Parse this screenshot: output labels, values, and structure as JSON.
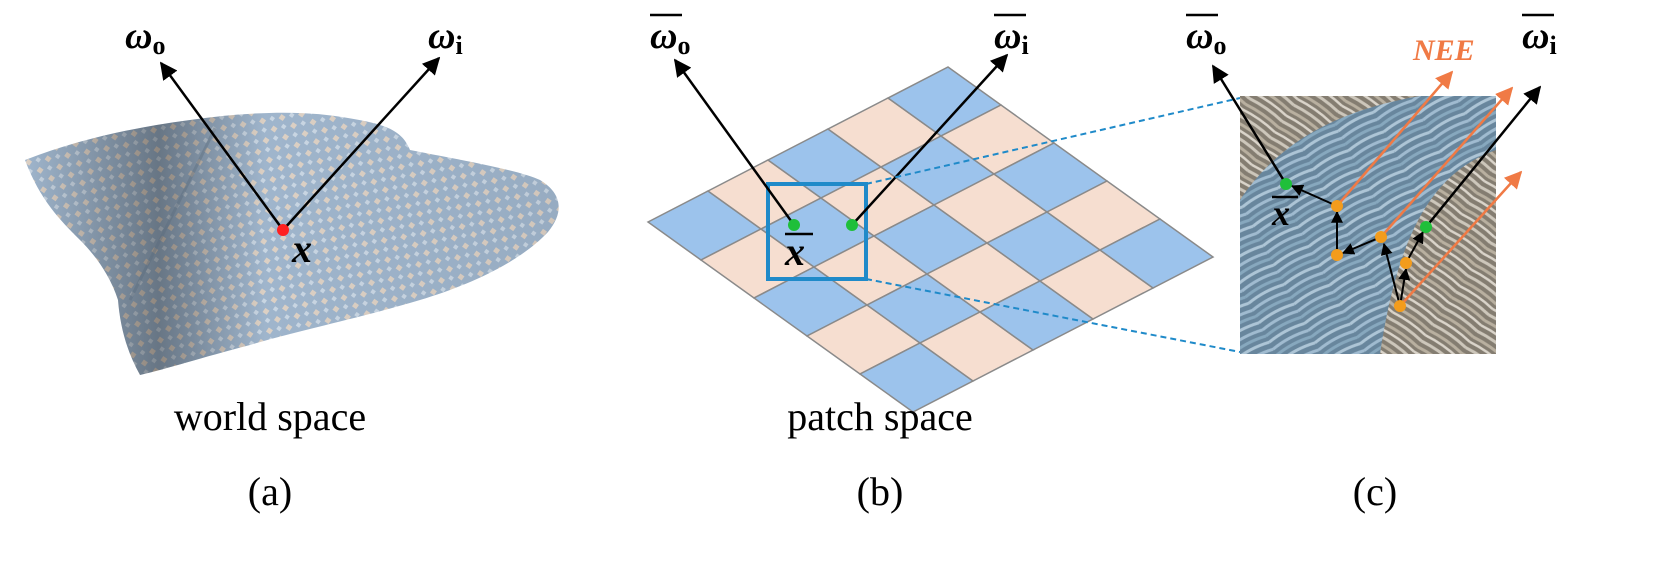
{
  "colors": {
    "red_dot": "#ff2020",
    "green_dot": "#1fbf3a",
    "orange_dot": "#f39c1c",
    "nee_arrow": "#f07a45",
    "zoom_box": "#1f8ac9",
    "tile_blue": "#9cc3ec",
    "tile_pink": "#f6ded0",
    "cloth_base": "#9fb5cc"
  },
  "panel_a": {
    "omega_o": "ω",
    "omega_o_sub": "o",
    "omega_i": "ω",
    "omega_i_sub": "i",
    "point": "x",
    "space_label": "world space",
    "tag": "(a)"
  },
  "panel_b": {
    "omega_o": "ω",
    "omega_o_sub": "o",
    "omega_i": "ω",
    "omega_i_sub": "i",
    "point": "x",
    "space_label": "patch space",
    "tag": "(b)"
  },
  "panel_c": {
    "omega_o": "ω",
    "omega_o_sub": "o",
    "omega_i": "ω",
    "omega_i_sub": "i",
    "point": "x",
    "nee_label": "NEE",
    "tag": "(c)"
  }
}
